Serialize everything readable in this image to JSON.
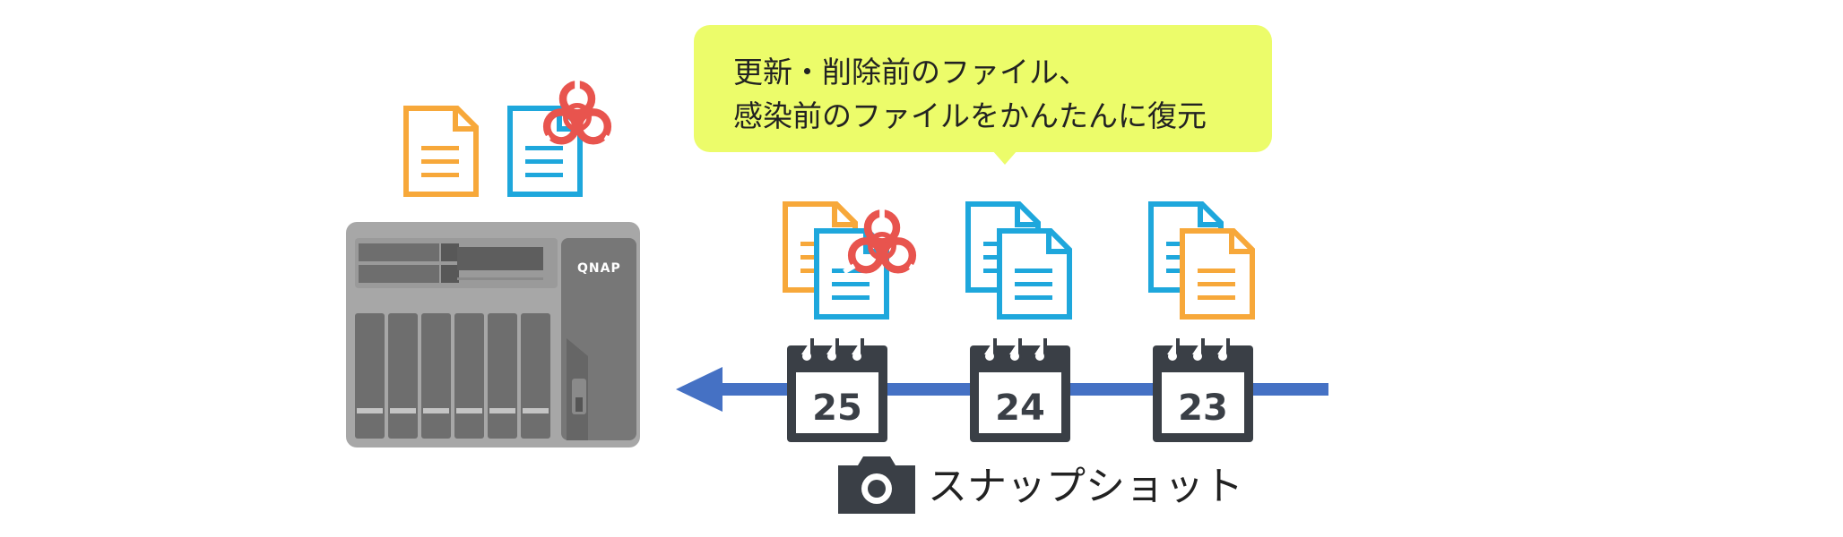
{
  "callout": {
    "line1": "更新・削除前のファイル、",
    "line2": "感染前のファイルをかんたんに復元"
  },
  "nas": {
    "brand": "QNAP"
  },
  "timeline": {
    "snapshots": [
      {
        "day": "25",
        "files": "original + infected"
      },
      {
        "day": "24",
        "files": "two clean copies"
      },
      {
        "day": "23",
        "files": "clean + original"
      }
    ]
  },
  "snapshot_label": "スナップショット",
  "icons": [
    "document-icon",
    "biohazard-icon",
    "calendar-icon",
    "camera-icon",
    "arrow-left-icon"
  ],
  "colors": {
    "orange_doc": "#f7a83a",
    "blue_doc": "#1ea7dc",
    "hazard": "#e8544e",
    "timeline": "#4571c4",
    "callout": "#ecfc6a",
    "calendar": "#3a3f46",
    "nas_body": "#a7a7a7"
  }
}
